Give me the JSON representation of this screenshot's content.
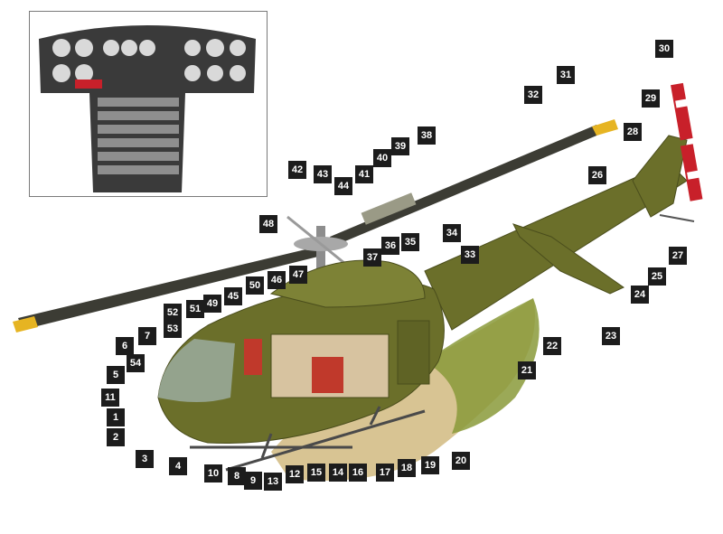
{
  "figure": {
    "callouts": [
      {
        "n": "1"
      },
      {
        "n": "2"
      },
      {
        "n": "3"
      },
      {
        "n": "4"
      },
      {
        "n": "5"
      },
      {
        "n": "6"
      },
      {
        "n": "7"
      },
      {
        "n": "8"
      },
      {
        "n": "9"
      },
      {
        "n": "10"
      },
      {
        "n": "11"
      },
      {
        "n": "12"
      },
      {
        "n": "13"
      },
      {
        "n": "14"
      },
      {
        "n": "15"
      },
      {
        "n": "16"
      },
      {
        "n": "17"
      },
      {
        "n": "18"
      },
      {
        "n": "19"
      },
      {
        "n": "20"
      },
      {
        "n": "21"
      },
      {
        "n": "22"
      },
      {
        "n": "23"
      },
      {
        "n": "24"
      },
      {
        "n": "25"
      },
      {
        "n": "26"
      },
      {
        "n": "27"
      },
      {
        "n": "28"
      },
      {
        "n": "29"
      },
      {
        "n": "30"
      },
      {
        "n": "31"
      },
      {
        "n": "32"
      },
      {
        "n": "33"
      },
      {
        "n": "34"
      },
      {
        "n": "35"
      },
      {
        "n": "36"
      },
      {
        "n": "37"
      },
      {
        "n": "38"
      },
      {
        "n": "39"
      },
      {
        "n": "40"
      },
      {
        "n": "41"
      },
      {
        "n": "42"
      },
      {
        "n": "43"
      },
      {
        "n": "44"
      },
      {
        "n": "45"
      },
      {
        "n": "46"
      },
      {
        "n": "47"
      },
      {
        "n": "48"
      },
      {
        "n": "49"
      },
      {
        "n": "50"
      },
      {
        "n": "51"
      },
      {
        "n": "52"
      },
      {
        "n": "53"
      },
      {
        "n": "54"
      }
    ],
    "colors": {
      "fuselage": "#6b6f2a",
      "fuselage_dark": "#4a4d1c",
      "rotor_blade": "#3c3c34",
      "blade_tip": "#e6b422",
      "tail_rotor_stripe": "#c8202a",
      "ground": "#c9b27a",
      "grass": "#8a9a3a",
      "callout_bg": "#1c1c1c",
      "callout_text": "#ffffff",
      "interior_red": "#c0392b",
      "panel_bg": "#3a3a3a"
    }
  }
}
